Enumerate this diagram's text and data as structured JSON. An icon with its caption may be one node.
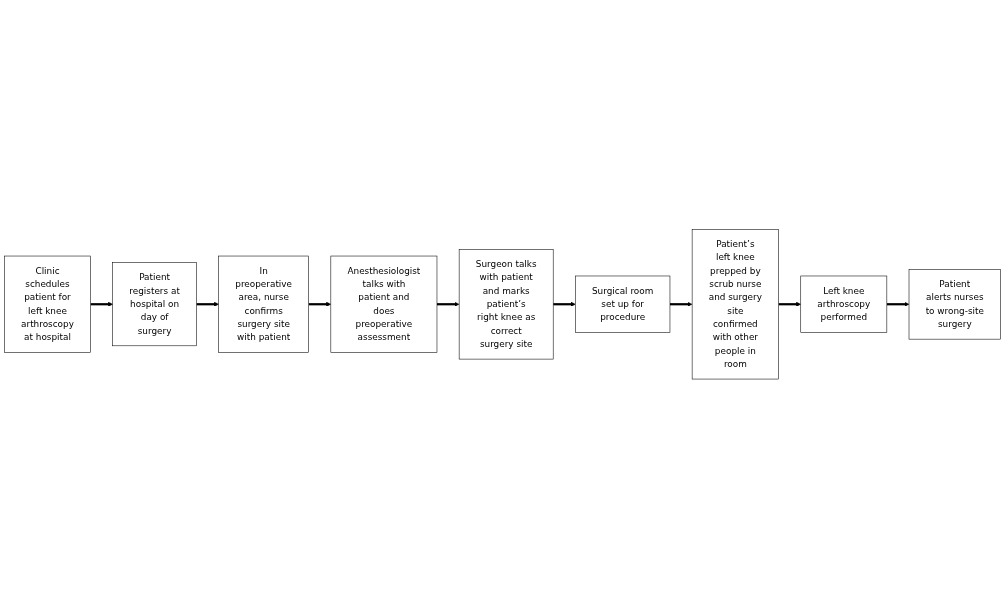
{
  "diagram": {
    "nodes": [
      {
        "text": [
          "Clinic schedules patient for left knee arthroscopy at hospital"
        ]
      },
      {
        "text": [
          "Patient registers at hospital on day of surgery"
        ]
      },
      {
        "text": [
          "In preoperative area, nurse confirms surgery site with patient"
        ]
      },
      {
        "text": [
          "Anesthesiologist talks with patient and does preoperative assessment"
        ]
      },
      {
        "text": [
          "Surgeon talks with patient and marks patient’s right knee as correct surgery site"
        ]
      },
      {
        "text": [
          "Surgical room set up for procedure"
        ]
      },
      {
        "text": [
          "Patient’s left knee prepped by scrub nurse and surgery site confirmed with other people in room"
        ]
      },
      {
        "text": [
          "Left knee arthroscopy performed"
        ]
      },
      {
        "text": [
          "Patient alerts nurses to wrong-site surgery"
        ]
      }
    ],
    "edges": [
      {
        "from": 0,
        "to": 1,
        "arrow": "to"
      },
      {
        "from": 1,
        "to": 2,
        "arrow": "to"
      },
      {
        "from": 2,
        "to": 3,
        "arrow": "to"
      },
      {
        "from": 3,
        "to": 4,
        "arrow": "to"
      },
      {
        "from": 4,
        "to": 5,
        "arrow": "to"
      },
      {
        "from": 5,
        "to": 6,
        "arrow": "to"
      },
      {
        "from": 6,
        "to": 7,
        "arrow": "to"
      },
      {
        "from": 7,
        "to": 8,
        "arrow": "to"
      }
    ]
  }
}
